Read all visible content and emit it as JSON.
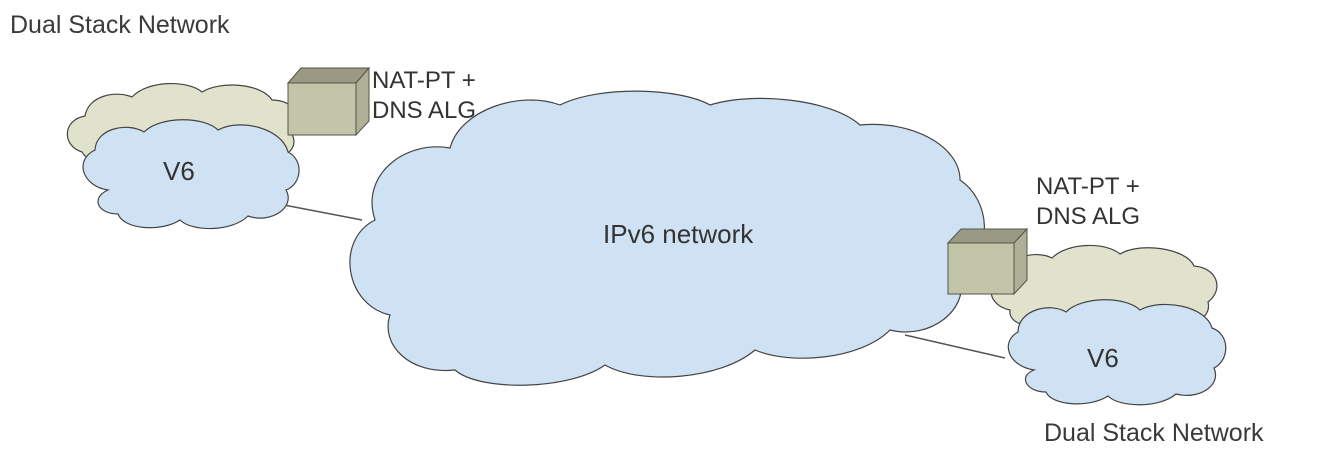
{
  "diagram": {
    "title_left": "Dual Stack Network",
    "title_right": "Dual Stack Network",
    "core_network": "IPv6 network",
    "left_site": {
      "network_label": "V6",
      "gateway_line1": "NAT-PT +",
      "gateway_line2": "DNS ALG"
    },
    "right_site": {
      "network_label": "V6",
      "gateway_line1": "NAT-PT +",
      "gateway_line2": "DNS ALG"
    }
  },
  "colors": {
    "v6_cloud_fill": "#cfe2f3",
    "dual_stack_cloud_fill": "#e1e2cc",
    "cloud_stroke": "#444444",
    "gateway_front": "#c4c4a9",
    "gateway_top": "#9a9a84",
    "gateway_side": "#b0b097",
    "link": "#555555"
  }
}
